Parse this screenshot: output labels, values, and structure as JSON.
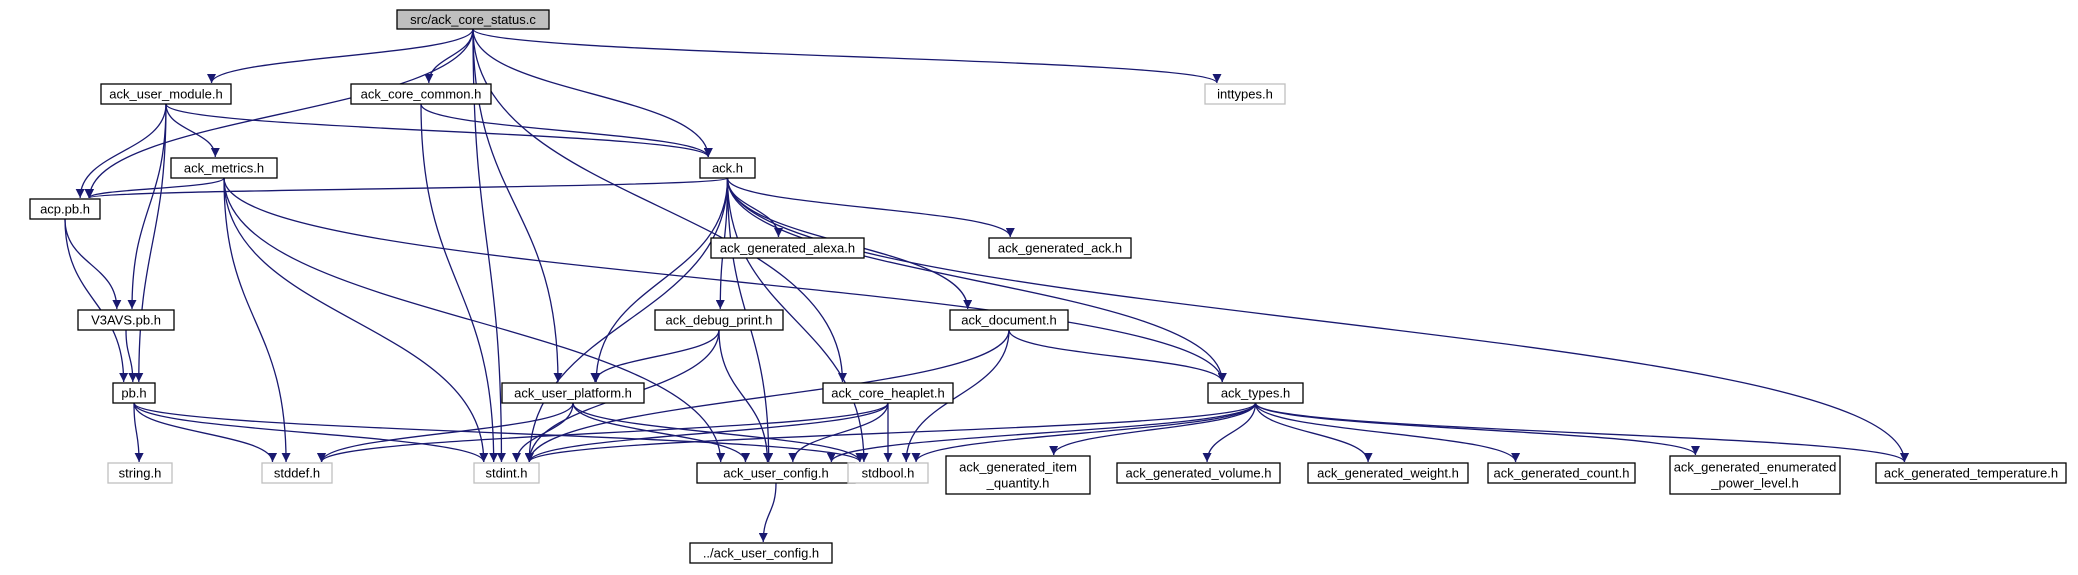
{
  "graph": {
    "colors": {
      "edge": "#191970",
      "node_border": "#000000",
      "external_border": "#bfbfbf",
      "root_fill": "#bfbfbf",
      "node_fill": "#ffffff",
      "text": "#000000"
    },
    "nodes": [
      {
        "id": "root",
        "lines": [
          "src/ack_core_status.c"
        ],
        "kind": "root"
      },
      {
        "id": "ack_user_module",
        "lines": [
          "ack_user_module.h"
        ],
        "kind": "normal"
      },
      {
        "id": "ack_core_common",
        "lines": [
          "ack_core_common.h"
        ],
        "kind": "normal"
      },
      {
        "id": "inttypes",
        "lines": [
          "inttypes.h"
        ],
        "kind": "external"
      },
      {
        "id": "ack_metrics",
        "lines": [
          "ack_metrics.h"
        ],
        "kind": "normal"
      },
      {
        "id": "ack",
        "lines": [
          "ack.h"
        ],
        "kind": "normal"
      },
      {
        "id": "acp_pb",
        "lines": [
          "acp.pb.h"
        ],
        "kind": "normal"
      },
      {
        "id": "ack_generated_alexa",
        "lines": [
          "ack_generated_alexa.h"
        ],
        "kind": "normal"
      },
      {
        "id": "ack_generated_ack",
        "lines": [
          "ack_generated_ack.h"
        ],
        "kind": "normal"
      },
      {
        "id": "v3avs_pb",
        "lines": [
          "V3AVS.pb.h"
        ],
        "kind": "normal"
      },
      {
        "id": "ack_debug_print",
        "lines": [
          "ack_debug_print.h"
        ],
        "kind": "normal"
      },
      {
        "id": "ack_document",
        "lines": [
          "ack_document.h"
        ],
        "kind": "normal"
      },
      {
        "id": "pb",
        "lines": [
          "pb.h"
        ],
        "kind": "normal"
      },
      {
        "id": "ack_user_platform",
        "lines": [
          "ack_user_platform.h"
        ],
        "kind": "normal"
      },
      {
        "id": "ack_core_heaplet",
        "lines": [
          "ack_core_heaplet.h"
        ],
        "kind": "normal"
      },
      {
        "id": "ack_types",
        "lines": [
          "ack_types.h"
        ],
        "kind": "normal"
      },
      {
        "id": "string",
        "lines": [
          "string.h"
        ],
        "kind": "external"
      },
      {
        "id": "stddef",
        "lines": [
          "stddef.h"
        ],
        "kind": "external"
      },
      {
        "id": "stdint",
        "lines": [
          "stdint.h"
        ],
        "kind": "external"
      },
      {
        "id": "ack_user_config",
        "lines": [
          "ack_user_config.h"
        ],
        "kind": "normal"
      },
      {
        "id": "stdbool",
        "lines": [
          "stdbool.h"
        ],
        "kind": "external"
      },
      {
        "id": "ack_generated_item_quantity",
        "lines": [
          "ack_generated_item",
          "_quantity.h"
        ],
        "kind": "normal"
      },
      {
        "id": "ack_generated_volume",
        "lines": [
          "ack_generated_volume.h"
        ],
        "kind": "normal"
      },
      {
        "id": "ack_generated_weight",
        "lines": [
          "ack_generated_weight.h"
        ],
        "kind": "normal"
      },
      {
        "id": "ack_generated_count",
        "lines": [
          "ack_generated_count.h"
        ],
        "kind": "normal"
      },
      {
        "id": "ack_generated_enumerated_power_level",
        "lines": [
          "ack_generated_enumerated",
          "_power_level.h"
        ],
        "kind": "normal"
      },
      {
        "id": "ack_generated_temperature",
        "lines": [
          "ack_generated_temperature.h"
        ],
        "kind": "normal"
      },
      {
        "id": "parent_ack_user_config",
        "lines": [
          "../ack_user_config.h"
        ],
        "kind": "normal"
      }
    ],
    "edges": [
      [
        "root",
        "ack_user_module"
      ],
      [
        "root",
        "ack_core_common"
      ],
      [
        "root",
        "inttypes"
      ],
      [
        "root",
        "acp_pb"
      ],
      [
        "root",
        "ack"
      ],
      [
        "root",
        "ack_user_platform"
      ],
      [
        "root",
        "ack_core_heaplet"
      ],
      [
        "root",
        "stdint"
      ],
      [
        "ack_user_module",
        "ack_metrics"
      ],
      [
        "ack_user_module",
        "ack"
      ],
      [
        "ack_user_module",
        "acp_pb"
      ],
      [
        "ack_user_module",
        "v3avs_pb"
      ],
      [
        "ack_user_module",
        "pb"
      ],
      [
        "ack_core_common",
        "ack"
      ],
      [
        "ack_core_common",
        "stdint"
      ],
      [
        "ack_metrics",
        "acp_pb"
      ],
      [
        "ack_metrics",
        "ack_types"
      ],
      [
        "ack_metrics",
        "ack_user_config"
      ],
      [
        "ack_metrics",
        "stdint"
      ],
      [
        "ack_metrics",
        "stddef"
      ],
      [
        "ack",
        "acp_pb"
      ],
      [
        "ack",
        "ack_generated_alexa"
      ],
      [
        "ack",
        "ack_generated_ack"
      ],
      [
        "ack",
        "ack_debug_print"
      ],
      [
        "ack",
        "ack_document"
      ],
      [
        "ack",
        "ack_user_platform"
      ],
      [
        "ack",
        "ack_types"
      ],
      [
        "ack",
        "ack_generated_temperature"
      ],
      [
        "ack",
        "stdint"
      ],
      [
        "ack",
        "stdbool"
      ],
      [
        "ack",
        "ack_user_config"
      ],
      [
        "acp_pb",
        "v3avs_pb"
      ],
      [
        "acp_pb",
        "pb"
      ],
      [
        "v3avs_pb",
        "pb"
      ],
      [
        "pb",
        "string"
      ],
      [
        "pb",
        "stddef"
      ],
      [
        "pb",
        "stdint"
      ],
      [
        "pb",
        "stdbool"
      ],
      [
        "ack_debug_print",
        "ack_user_platform"
      ],
      [
        "ack_debug_print",
        "stdint"
      ],
      [
        "ack_debug_print",
        "ack_user_config"
      ],
      [
        "ack_document",
        "ack_types"
      ],
      [
        "ack_document",
        "stdint"
      ],
      [
        "ack_document",
        "stdbool"
      ],
      [
        "ack_user_platform",
        "stddef"
      ],
      [
        "ack_user_platform",
        "stdint"
      ],
      [
        "ack_user_platform",
        "stdbool"
      ],
      [
        "ack_user_platform",
        "ack_user_config"
      ],
      [
        "ack_core_heaplet",
        "stddef"
      ],
      [
        "ack_core_heaplet",
        "stdint"
      ],
      [
        "ack_core_heaplet",
        "stdbool"
      ],
      [
        "ack_core_heaplet",
        "ack_user_config"
      ],
      [
        "ack_types",
        "stdint"
      ],
      [
        "ack_types",
        "ack_user_config"
      ],
      [
        "ack_types",
        "stdbool"
      ],
      [
        "ack_types",
        "ack_generated_item_quantity"
      ],
      [
        "ack_types",
        "ack_generated_volume"
      ],
      [
        "ack_types",
        "ack_generated_weight"
      ],
      [
        "ack_types",
        "ack_generated_count"
      ],
      [
        "ack_types",
        "ack_generated_enumerated_power_level"
      ],
      [
        "ack_types",
        "ack_generated_temperature"
      ],
      [
        "ack_user_config",
        "parent_ack_user_config"
      ]
    ]
  }
}
